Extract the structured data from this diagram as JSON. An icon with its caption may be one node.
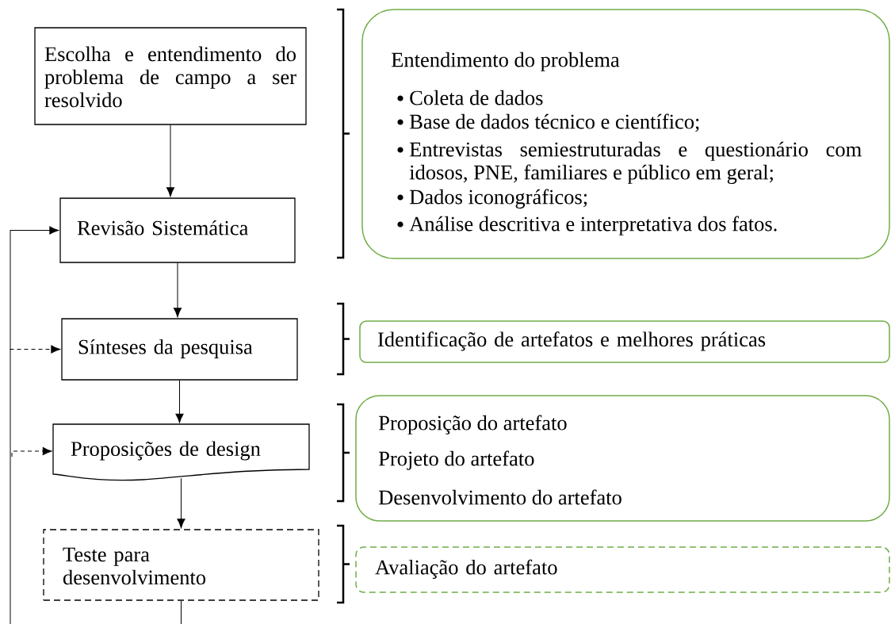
{
  "diagram": {
    "nodes": [
      {
        "text": [
          "Escolha e entendimento do problema de campo a ser resolvido"
        ]
      },
      {
        "text": [
          "Revisão Sistemática"
        ]
      },
      {
        "text": [
          "Sínteses da pesquisa"
        ]
      },
      {
        "text": [
          "Proposições de design"
        ]
      },
      {
        "text": [
          "Teste para desenvolvimento"
        ]
      },
      {
        "text": [
          "Entendimento do problema",
          "Coleta de dados",
          "Base de dados técnico e científico;",
          "Entrevistas semiestruturadas e questionário com idosos, PNE, familiares e público em geral;",
          "Dados iconográficos;",
          "Análise descritiva e interpretativa dos fatos."
        ]
      },
      {
        "text": [
          "Identificação de artefatos e melhores práticas"
        ]
      },
      {
        "text": [
          "Proposição do artefato",
          "Projeto do artefato",
          "Desenvolvimento do artefato"
        ]
      },
      {
        "text": [
          "Avaliação do artefato"
        ]
      }
    ],
    "edges": [
      {
        "from": 0,
        "to": 1,
        "arrow": "to"
      },
      {
        "from": 1,
        "to": 2,
        "arrow": "to"
      },
      {
        "from": 2,
        "to": 3,
        "arrow": "to"
      },
      {
        "from": 3,
        "to": 4,
        "arrow": "to"
      },
      {
        "from": 4,
        "to": null,
        "arrow": "none"
      },
      {
        "from": null,
        "to": 1,
        "arrow": "to"
      },
      {
        "from": null,
        "to": 2,
        "arrow": "to",
        "style": "dashed"
      },
      {
        "from": null,
        "to": 3,
        "arrow": "to",
        "style": "dashed"
      }
    ]
  }
}
